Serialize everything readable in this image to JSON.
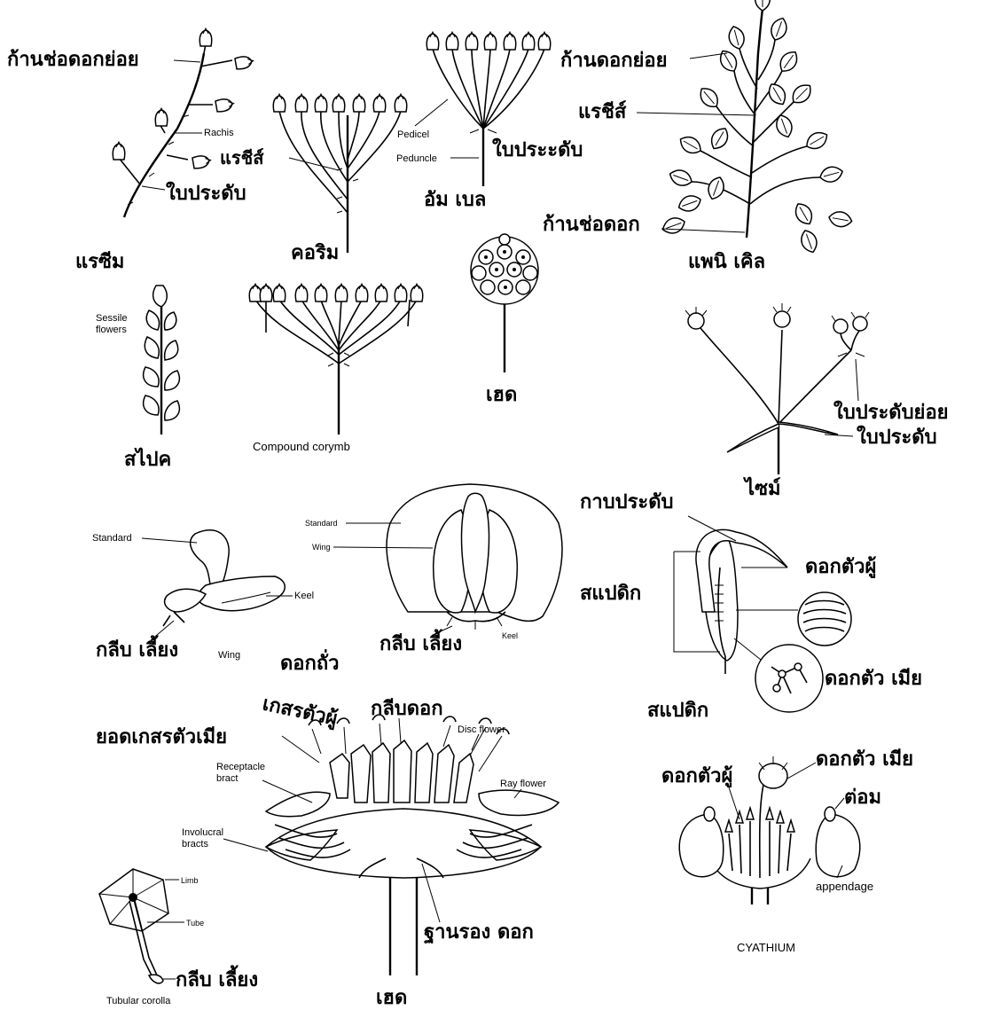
{
  "labels": {
    "raceme_pedicel": "ก้านช่อดอกย่อย",
    "raceme_rachis": "Rachis",
    "raceme_bract": "ใบประดับ",
    "raceme_title": "แรซีม",
    "corymb_rachis": "แรชีส์",
    "corymb_title": "คอริม",
    "umbel_pedicel": "Pedicel",
    "umbel_peduncle": "Peduncle",
    "umbel_bract": "ใบประะดับ",
    "umbel_title": "อัม เบล",
    "panicle_pedicel": "ก้านดอกย่อย",
    "panicle_rachis": "แรชีส์",
    "panicle_peduncle": "ก้านช่อดอก",
    "panicle_title": "แพนิ เคิล",
    "spike_sessile": "Sessile flowers",
    "spike_title": "สไปค",
    "compound_corymb_title": "Compound corymb",
    "head_title": "เฮด",
    "cyme_subbract": "ใบประดับย่อย",
    "cyme_bract": "ใบประดับ",
    "cyme_title": "ไซม์",
    "pea_standard_1": "Standard",
    "pea_keel_1": "Keel",
    "pea_calyx_1": "กลีบ เลี้ยง",
    "pea_wing_1": "Wing",
    "pea_standard_2": "Standard",
    "pea_wing_2": "Wing",
    "pea_keel_2": "Keel",
    "pea_calyx_2": "กลีบ เลี้ยง",
    "pea_title": "ดอกถั่ว",
    "spadix_spathe": "กาบประดับ",
    "spadix_male": "ดอกตัวผู้",
    "spadix_label": "สแปดิก",
    "spadix_female": "ดอกตัว เมีย",
    "spadix_title": "สแปดิก",
    "head2_stamen": "เกสรตัวผู้",
    "head2_petal": "กลีบดอก",
    "head2_stigma": "ยอดเกสรตัวเมีย",
    "head2_disc": "Disc flower",
    "head2_receptacle_bract": "Receptacle bract",
    "head2_ray": "Ray flower",
    "head2_involucral": "Involucral bracts",
    "head2_receptacle": "ฐานรอง ดอก",
    "head2_title": "เฮด",
    "tubular_limb": "Limb",
    "tubular_tube": "Tube",
    "tubular_calyx": "กลีบ เลี้ยง",
    "tubular_title": "Tubular corolla",
    "cyath_female": "ดอกตัว เมีย",
    "cyath_male": "ดอกตัวผู้",
    "cyath_gland": "ต่อม",
    "cyath_appendage": "appendage",
    "cyath_title": "CYATHIUM"
  }
}
